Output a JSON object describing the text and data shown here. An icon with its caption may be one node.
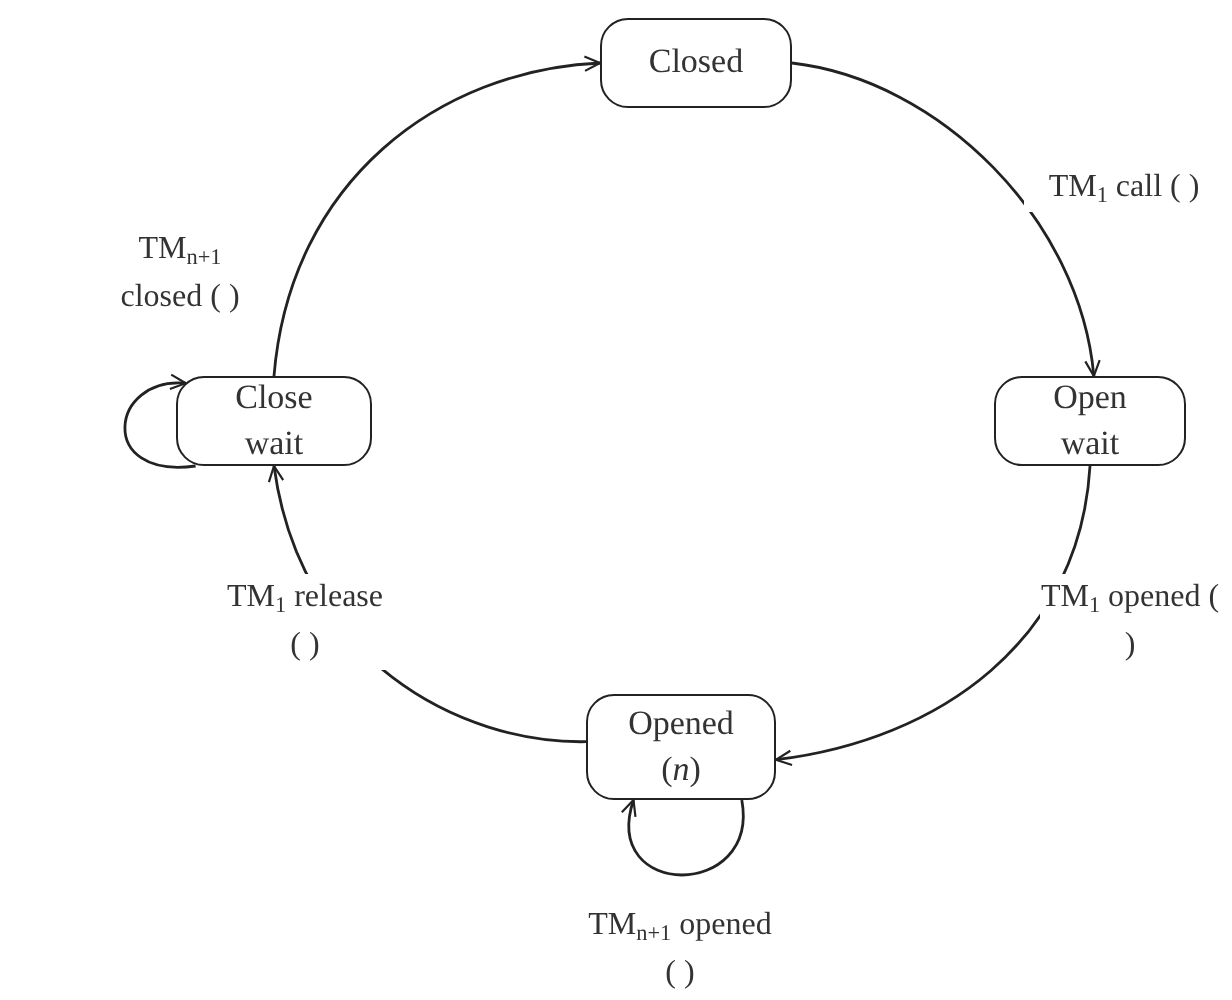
{
  "diagram": {
    "nodes": [
      {
        "text": [
          "Closed"
        ]
      },
      {
        "text": [
          "Open wait"
        ]
      },
      {
        "text": [
          "Opened (*n*)"
        ]
      },
      {
        "text": [
          "Close wait"
        ]
      }
    ],
    "edges": [
      {
        "from": 0,
        "to": 1,
        "arrow": "to",
        "label": "TM$_{1}$ call ( )"
      },
      {
        "from": 1,
        "to": 2,
        "arrow": "to",
        "label": "TM$_{1}$ opened ( )"
      },
      {
        "from": 2,
        "to": 2,
        "arrow": "to",
        "label": "TM$_{n+1}$ opened ( )"
      },
      {
        "from": 2,
        "to": 3,
        "arrow": "to",
        "label": "TM$_{1}$ release ( )"
      },
      {
        "from": 3,
        "to": 3,
        "arrow": "to",
        "label": "TM$_{n+1}$ closed ( )"
      },
      {
        "from": 3,
        "to": 0,
        "arrow": "to"
      }
    ]
  }
}
